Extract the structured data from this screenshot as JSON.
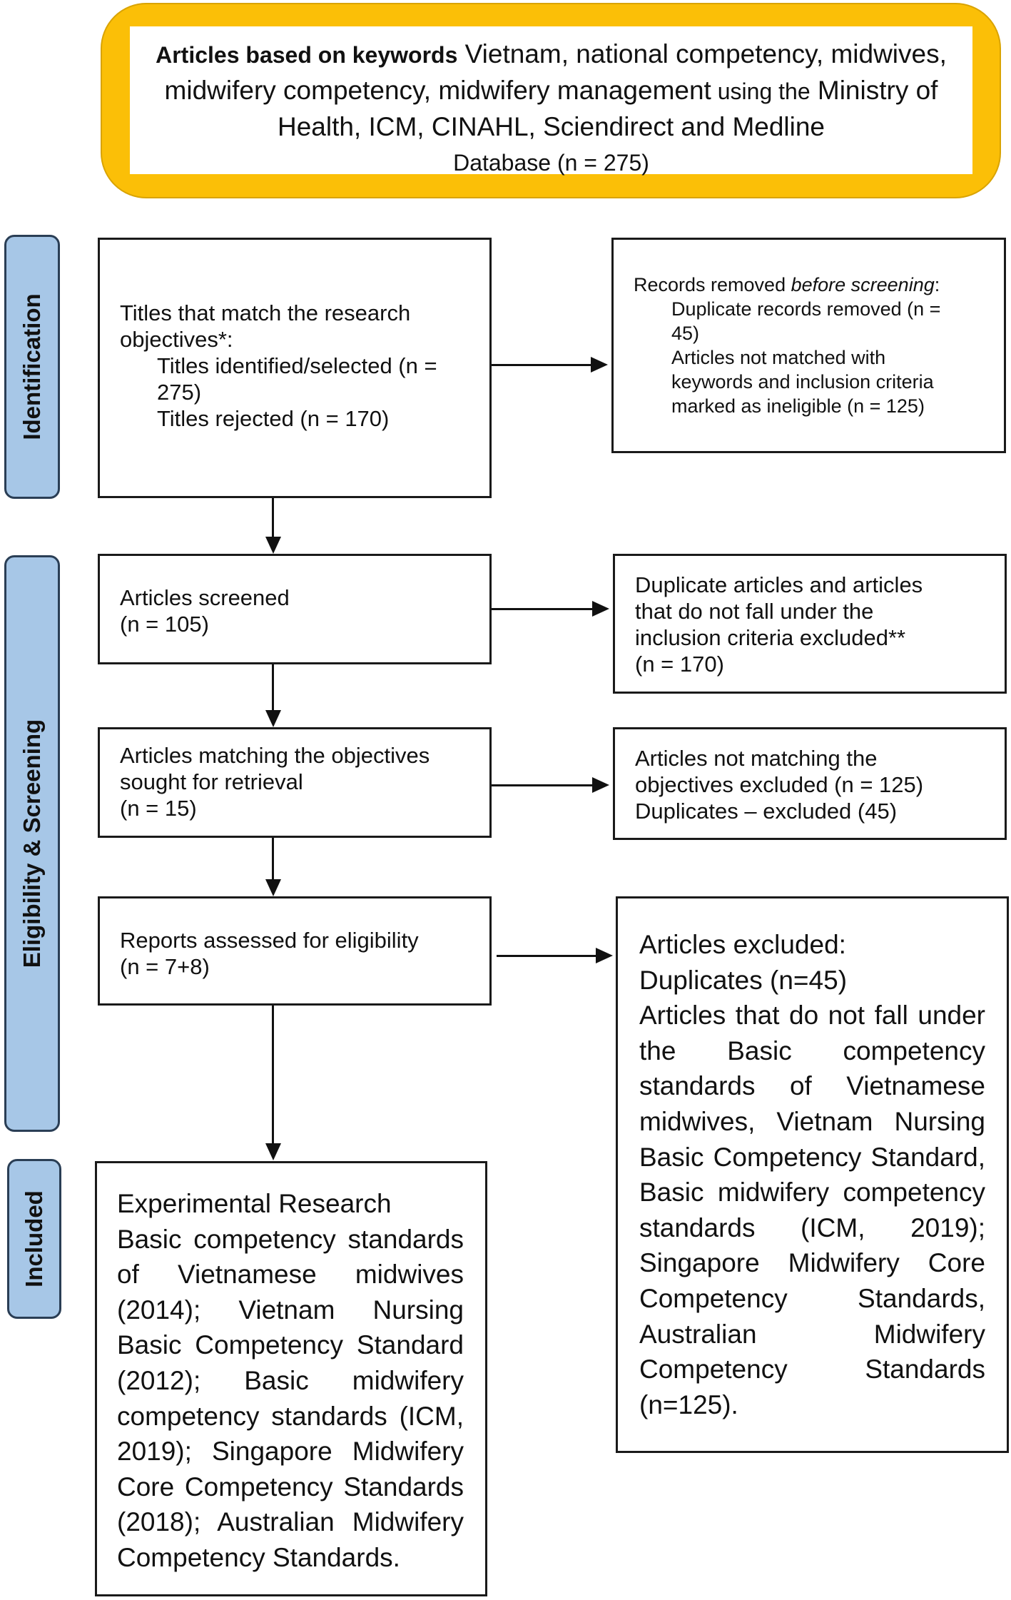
{
  "source": {
    "bold_label": "Articles based on keywords",
    "line1_rest": " Vietnam, national competency, midwives,",
    "line2_a": "midwifery competency, midwifery management",
    "line2_b": " using the",
    "line2_c": " Ministry of",
    "line3": "Health, ICM, CINAHL, Sciendirect and Medline",
    "line4": "Database (n = 275)"
  },
  "stages": {
    "identification": "Identification",
    "eligibility": "Eligibility & Screening",
    "included": "Included"
  },
  "boxes": {
    "titles": {
      "line1": "Titles that match the research",
      "line2": "objectives*:",
      "line3": "Titles identified/selected (n =",
      "line4": "275)",
      "line5": "Titles rejected (n = 170)"
    },
    "records_removed": {
      "line1_a": "Records removed ",
      "line1_b": "before screening",
      "line1_c": ":",
      "line2": "Duplicate records removed (n =",
      "line3": "45)",
      "line4": "Articles not matched with",
      "line5": "keywords and inclusion criteria",
      "line6": "marked as ineligible (n = 125)"
    },
    "screened": {
      "line1": "Articles screened",
      "line2": "(n = 105)"
    },
    "dup_excluded": {
      "line1": "Duplicate articles and articles",
      "line2": "that do not fall under the",
      "line3": "inclusion criteria excluded**",
      "line4": "(n = 170)"
    },
    "matching": {
      "line1": "Articles matching the objectives",
      "line2": "sought for retrieval",
      "line3": "(n = 15)"
    },
    "not_matching": {
      "line1": "Articles not matching the",
      "line2": "objectives excluded (n = 125)",
      "line3": "Duplicates – excluded (45)"
    },
    "reports": {
      "line1": "Reports assessed for eligibility",
      "line2": "(n = 7+8)"
    },
    "articles_excluded": {
      "line1": "Articles excluded:",
      "line2": "Duplicates (n=45)",
      "body": "Articles that do not fall under the Basic competency standards of Vietnamese midwives, Vietnam Nursing Basic Competency Standard, Basic midwifery competency standards (ICM, 2019); Singapore Midwifery Core Competency Standards, Australian Midwifery Competency Standards (n=125)."
    },
    "included": {
      "line1": "Experimental Research",
      "body": "Basic competency standards of Vietnamese midwives (2014); Vietnam Nursing Basic Competency Standard (2012); Basic midwifery competency standards (ICM, 2019); Singapore Midwifery Core Competency Standards (2018); Australian Midwifery Competency Standards."
    }
  },
  "colors": {
    "source_border": "#fbbf07",
    "stage_fill": "#a7c7e7",
    "stage_border": "#2a3e55"
  }
}
